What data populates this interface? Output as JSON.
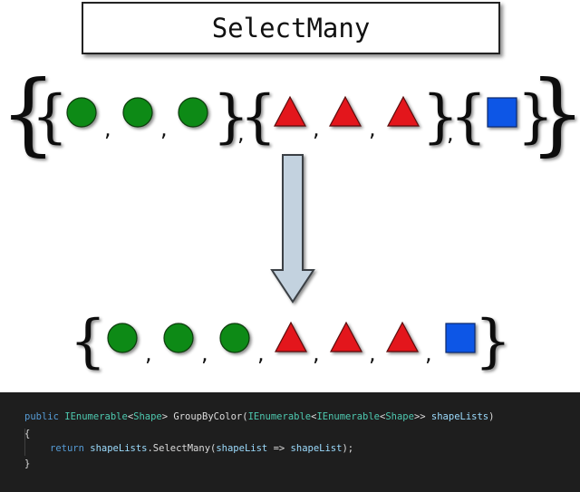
{
  "title": "SelectMany",
  "punctuation": {
    "comma": ",",
    "open_brace": "{",
    "close_brace": "}"
  },
  "input_groups": [
    {
      "shape": "circle",
      "color": "#0c8a17",
      "count": 3
    },
    {
      "shape": "triangle",
      "color": "#e3141a",
      "count": 3
    },
    {
      "shape": "square",
      "color": "#0b56e6",
      "count": 1
    }
  ],
  "output_sequence": [
    "circle",
    "circle",
    "circle",
    "triangle",
    "triangle",
    "triangle",
    "square"
  ],
  "colors": {
    "circle": "#0c8a17",
    "triangle": "#e3141a",
    "square": "#0b56e6",
    "arrow_fill": "#c3d2df",
    "arrow_stroke": "#3a3f44",
    "code_bg": "#1e1e1e"
  },
  "code": {
    "l1": {
      "kw_public": "public",
      "type_ienum1": "IEnumerable",
      "lt1": "<",
      "type_shape1": "Shape",
      "gt_method": "> GroupByColor(",
      "type_ienum2": "IEnumerable",
      "lt2": "<",
      "type_ienum3": "IEnumerable",
      "lt3": "<",
      "type_shape2": "Shape",
      "gt_gt": ">> ",
      "param": "shapeLists",
      "close": ")"
    },
    "l2": "{",
    "l3": {
      "kw_return": "return",
      "p1": "shapeLists",
      "mid": ".SelectMany(",
      "p2": "shapeList",
      "arrow": " => ",
      "p3": "shapeList",
      "end": ");"
    },
    "l4": "}"
  }
}
